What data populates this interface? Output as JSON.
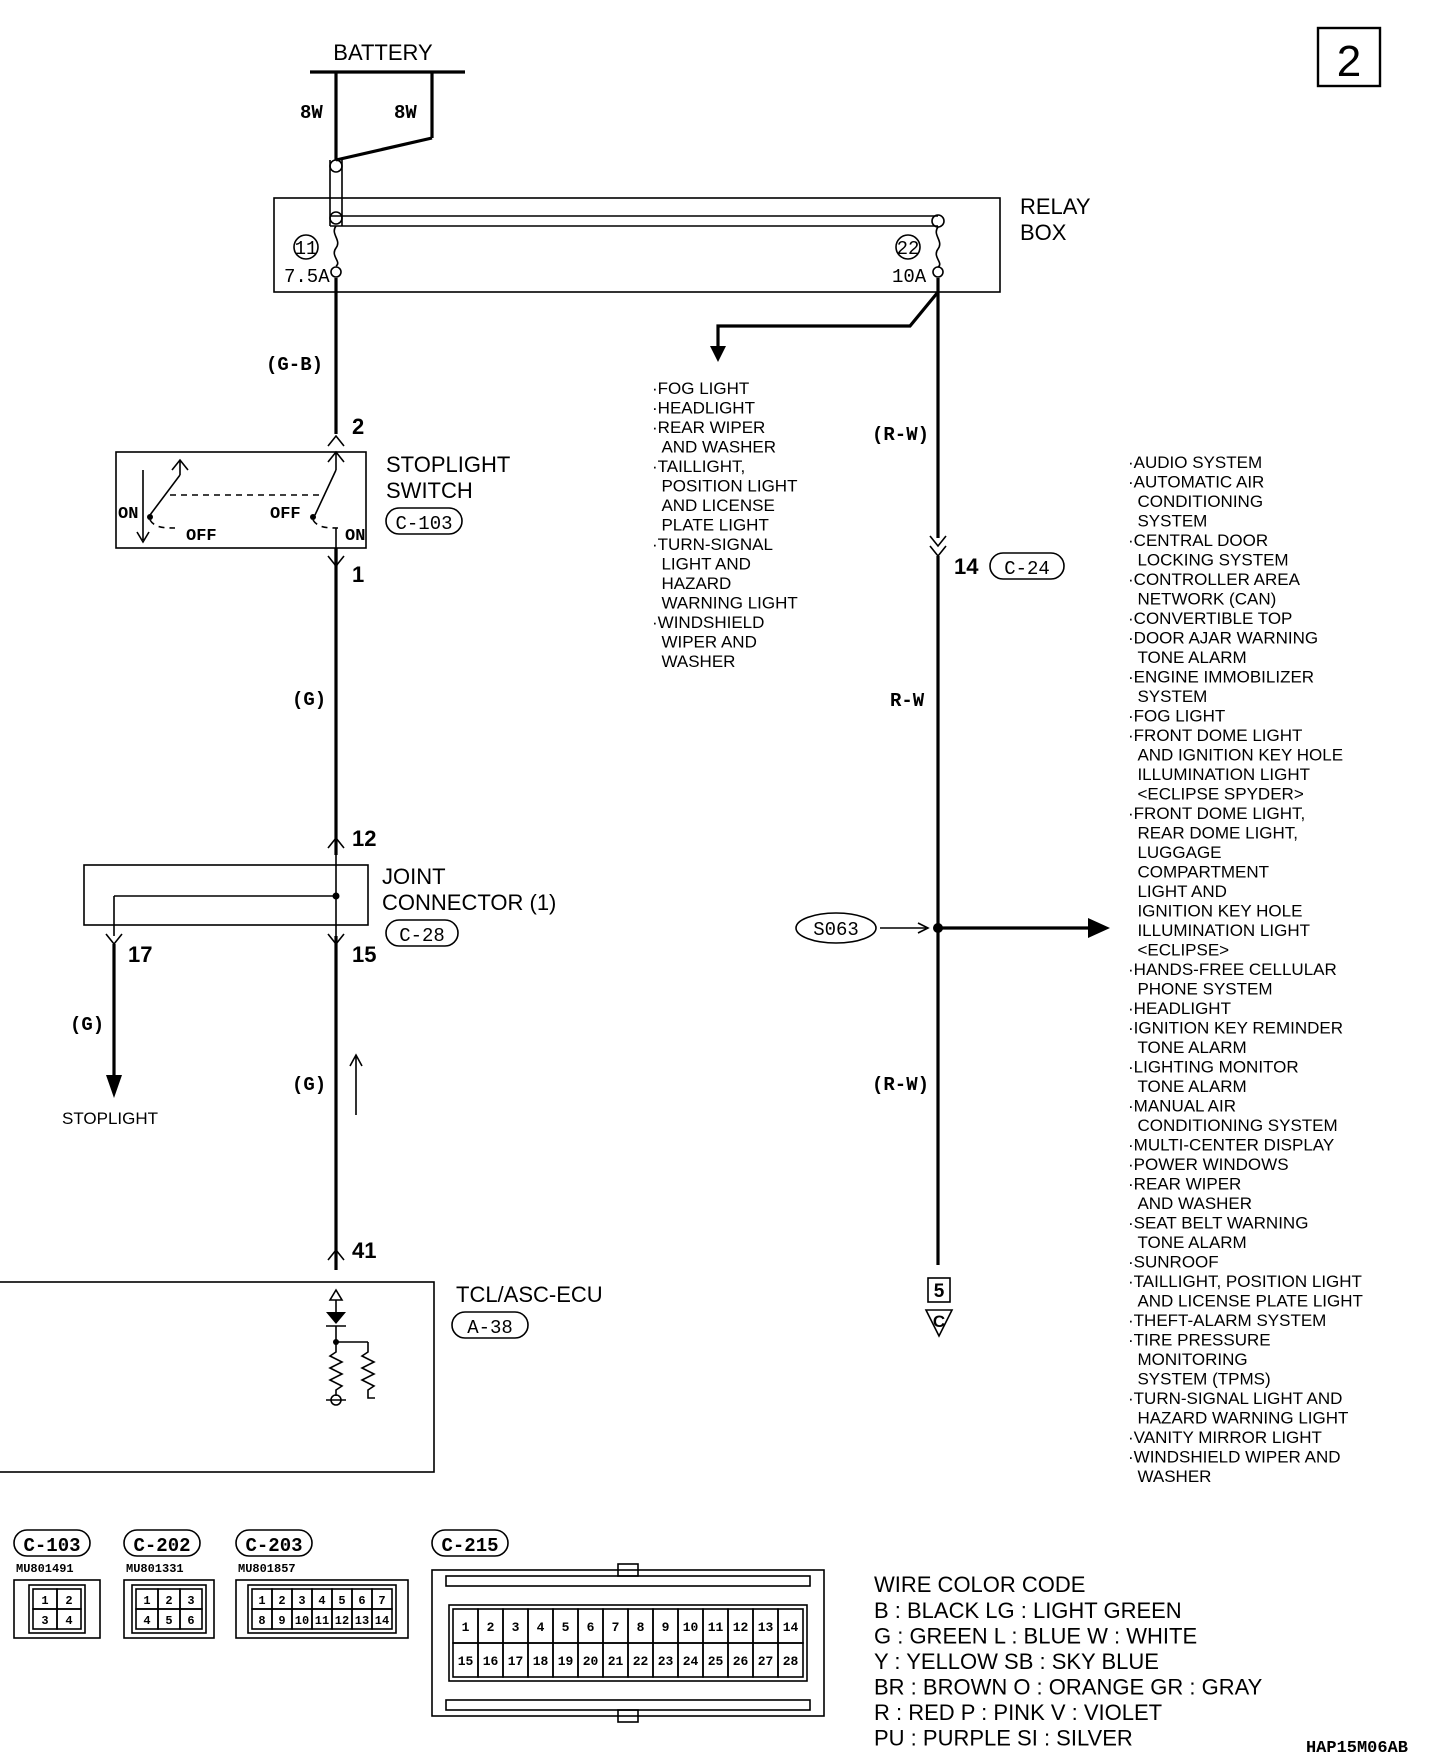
{
  "page_number": "2",
  "battery": {
    "label": "BATTERY",
    "wire_left": "8W",
    "wire_right": "8W"
  },
  "relay_box": {
    "title_line1": "RELAY",
    "title_line2": "BOX",
    "fuse_left_num": "11",
    "fuse_left_rating": "7.5A",
    "fuse_right_num": "22",
    "fuse_right_rating": "10A"
  },
  "wires": {
    "g_b": "(G-B)",
    "g1": "(G)",
    "g2": "(G)",
    "g_stoplight": "(G)",
    "r_w1": "(R-W)",
    "r_w2": "R-W",
    "r_w3": "(R-W)"
  },
  "fuse22_branch_list": [
    "·FOG LIGHT",
    "·HEADLIGHT",
    "·REAR WIPER",
    " AND WASHER",
    "·TAILLIGHT,",
    " POSITION LIGHT",
    " AND LICENSE",
    " PLATE LIGHT",
    "·TURN-SIGNAL",
    " LIGHT AND",
    " HAZARD",
    " WARNING LIGHT",
    "·WINDSHIELD",
    " WIPER AND",
    " WASHER"
  ],
  "stoplight_switch": {
    "title_line1": "STOPLIGHT",
    "title_line2": "SWITCH",
    "connector": "C-103",
    "pin_top": "2",
    "pin_bottom": "1",
    "on_left": "ON",
    "off_left": "OFF",
    "off_right": "OFF",
    "on_right": "ON"
  },
  "c24": {
    "pin": "14",
    "connector": "C-24"
  },
  "joint_connector": {
    "title_line1": "JOINT",
    "title_line2": "CONNECTOR (1)",
    "connector": "C-28",
    "pin_12": "12",
    "pin_17": "17",
    "pin_15": "15"
  },
  "splice": "S063",
  "stoplight_label": "STOPLIGHT",
  "ecu": {
    "title": "TCL/ASC-ECU",
    "connector": "A-38",
    "pin": "41"
  },
  "offpage": {
    "page": "5",
    "letter": "C"
  },
  "s063_branch_list": [
    "·AUDIO SYSTEM",
    "·AUTOMATIC AIR",
    " CONDITIONING",
    " SYSTEM",
    "·CENTRAL DOOR",
    " LOCKING SYSTEM",
    "·CONTROLLER AREA",
    " NETWORK (CAN)",
    "·CONVERTIBLE TOP",
    "·DOOR AJAR WARNING",
    " TONE ALARM",
    "·ENGINE IMMOBILIZER",
    " SYSTEM",
    "·FOG LIGHT",
    "·FRONT DOME LIGHT",
    " AND IGNITION KEY HOLE",
    " ILLUMINATION LIGHT",
    " <ECLIPSE SPYDER>",
    "·FRONT DOME LIGHT,",
    " REAR DOME LIGHT,",
    " LUGGAGE",
    " COMPARTMENT",
    " LIGHT AND",
    " IGNITION KEY HOLE",
    " ILLUMINATION LIGHT",
    " <ECLIPSE>",
    "·HANDS-FREE CELLULAR",
    " PHONE SYSTEM",
    "·HEADLIGHT",
    "·IGNITION KEY REMINDER",
    " TONE ALARM",
    "·LIGHTING MONITOR",
    " TONE ALARM",
    "·MANUAL AIR",
    " CONDITIONING SYSTEM",
    "·MULTI-CENTER DISPLAY",
    "·POWER WINDOWS",
    "·REAR WIPER",
    " AND WASHER",
    "·SEAT BELT WARNING",
    " TONE ALARM",
    "·SUNROOF",
    "·TAILLIGHT, POSITION LIGHT",
    " AND LICENSE PLATE LIGHT",
    "·THEFT-ALARM SYSTEM",
    "·TIRE PRESSURE",
    " MONITORING",
    " SYSTEM (TPMS)",
    "·TURN-SIGNAL LIGHT AND",
    " HAZARD WARNING LIGHT",
    "·VANITY MIRROR LIGHT",
    "·WINDSHIELD WIPER AND",
    " WASHER"
  ],
  "connector_legend": [
    {
      "id": "C-103",
      "part": "MU801491",
      "pins": [
        "1",
        "2",
        "3",
        "4"
      ]
    },
    {
      "id": "C-202",
      "part": "MU801331",
      "pins": [
        "1",
        "2",
        "3",
        "4",
        "5",
        "6"
      ]
    },
    {
      "id": "C-203",
      "part": "MU801857",
      "pins": [
        "1",
        "2",
        "3",
        "4",
        "5",
        "6",
        "7",
        "8",
        "9",
        "10",
        "11",
        "12",
        "13",
        "14"
      ]
    },
    {
      "id": "C-215",
      "part": "",
      "pins": [
        "1",
        "2",
        "3",
        "4",
        "5",
        "6",
        "7",
        "8",
        "9",
        "10",
        "11",
        "12",
        "13",
        "14",
        "15",
        "16",
        "17",
        "18",
        "19",
        "20",
        "21",
        "22",
        "23",
        "24",
        "25",
        "26",
        "27",
        "28"
      ]
    }
  ],
  "wire_color_code": {
    "title": "WIRE COLOR CODE",
    "lines": [
      "B : BLACK      LG : LIGHT GREEN",
      "G : GREEN      L : BLUE      W : WHITE",
      "Y : YELLOW     SB : SKY BLUE",
      "BR : BROWN     O : ORANGE     GR : GRAY",
      "R : RED      P : PINK      V : VIOLET",
      "PU : PURPLE     SI : SILVER"
    ]
  },
  "figure_code": "HAP15M06AB"
}
